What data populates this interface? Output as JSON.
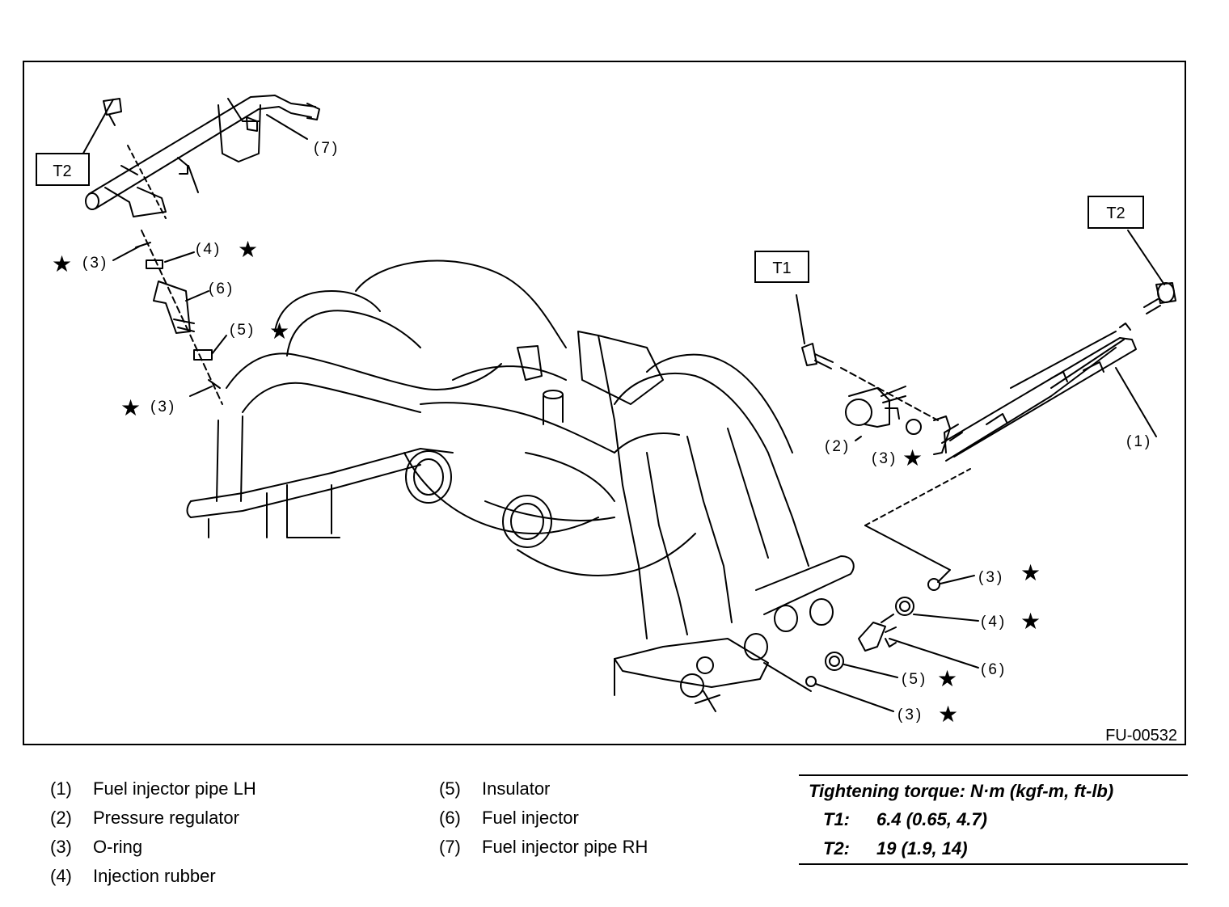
{
  "figure": {
    "figure_id": "FU-00532",
    "torque_boxes": [
      "T2",
      "T1",
      "T2"
    ],
    "callouts": {
      "left_7": "(7)",
      "left_3_upper": "(3)",
      "left_4": "(4)",
      "left_6": "(6)",
      "left_5": "(5)",
      "left_3_lower": "(3)",
      "right_1": "(1)",
      "right_2": "(2)",
      "right_3_regulator": "(3)",
      "right_3_upper": "(3)",
      "right_4": "(4)",
      "right_6": "(6)",
      "right_5": "(5)",
      "right_3_lower": "(3)"
    },
    "replace_marker": "★"
  },
  "legend": {
    "left": [
      {
        "num": "(1)",
        "text": "Fuel injector pipe LH"
      },
      {
        "num": "(2)",
        "text": "Pressure regulator"
      },
      {
        "num": "(3)",
        "text": "O-ring"
      },
      {
        "num": "(4)",
        "text": "Injection rubber"
      }
    ],
    "middle": [
      {
        "num": "(5)",
        "text": "Insulator"
      },
      {
        "num": "(6)",
        "text": "Fuel injector"
      },
      {
        "num": "(7)",
        "text": "Fuel injector pipe RH"
      }
    ]
  },
  "torque_table": {
    "header": "Tightening torque: N·m (kgf-m, ft-lb)",
    "rows": [
      {
        "key": "T1:",
        "value": "6.4 (0.65, 4.7)"
      },
      {
        "key": "T2:",
        "value": "19 (1.9, 14)"
      }
    ]
  }
}
